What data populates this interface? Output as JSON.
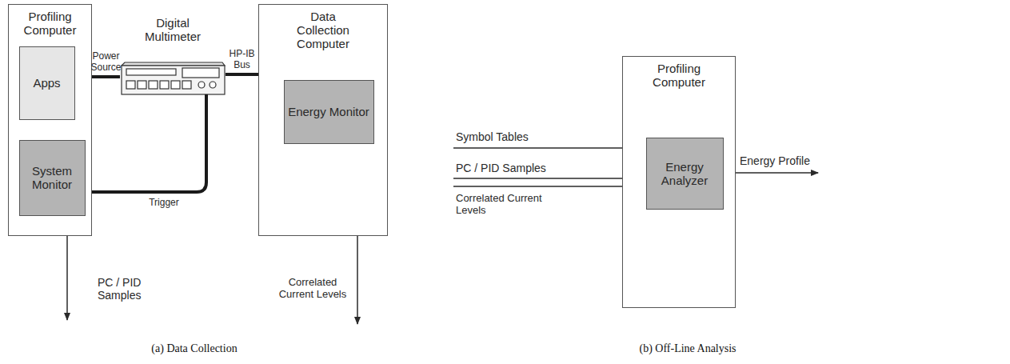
{
  "diagram": {
    "nodes": [
      {
        "text": [
          "Profiling Computer"
        ]
      },
      {
        "text": [
          "Apps"
        ],
        "in": 0
      },
      {
        "text": [
          "System Monitor"
        ],
        "in": 0
      },
      {
        "text": [
          "Digital Multimeter"
        ]
      },
      {
        "text": [
          "Data Collection Computer"
        ]
      },
      {
        "text": [
          "Energy Monitor"
        ],
        "in": 4
      },
      {
        "text": [
          "Profiling Computer"
        ]
      },
      {
        "text": [
          "Energy Analyzer"
        ],
        "in": 6
      }
    ],
    "edges": [
      {
        "from": 0,
        "to": 3,
        "arrow": "none",
        "label": "Power Source"
      },
      {
        "from": 3,
        "to": 4,
        "arrow": "none",
        "label": "HP-IB Bus"
      },
      {
        "from": 2,
        "to": 3,
        "arrow": "none",
        "label": "Trigger"
      }
    ],
    "labels": [
      "PC / PID Samples",
      "Correlated Current Levels",
      "(a) Data Collection",
      "Symbol Tables",
      "PC / PID Samples",
      "Correlated Current Levels",
      "Energy Profile",
      "(b) Off-Line Analysis"
    ]
  }
}
